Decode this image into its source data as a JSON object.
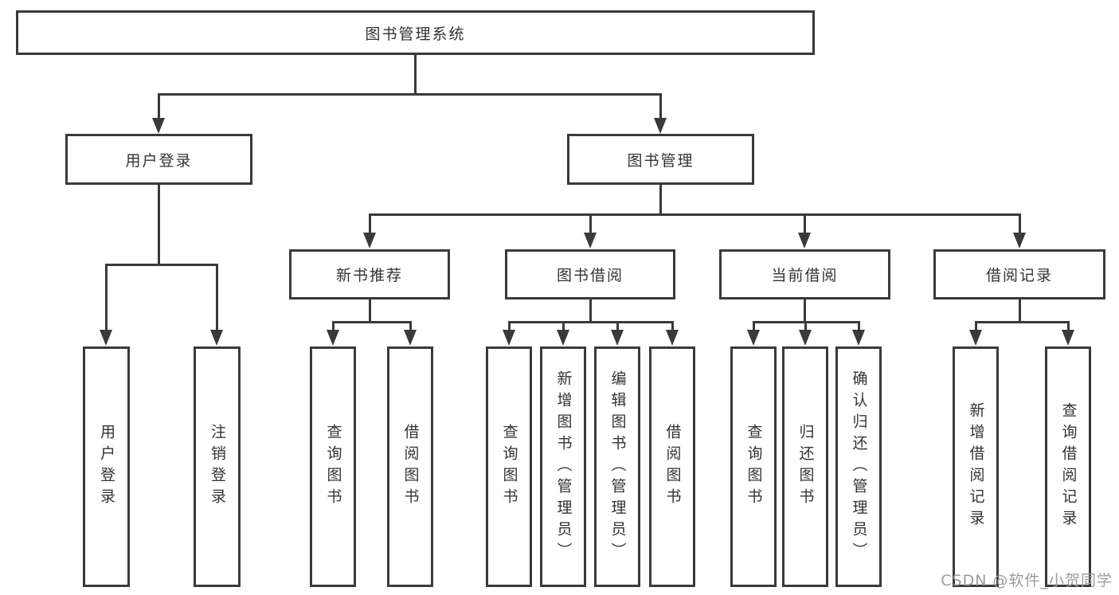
{
  "diagram": {
    "root": {
      "label": "图书管理系统"
    },
    "branches": [
      {
        "label": "用户登录",
        "leaves": [
          {
            "label": "用户登录"
          },
          {
            "label": "注销登录"
          }
        ]
      },
      {
        "label": "图书管理",
        "groups": [
          {
            "label": "新书推荐",
            "leaves": [
              {
                "label": "查询图书"
              },
              {
                "label": "借阅图书"
              }
            ]
          },
          {
            "label": "图书借阅",
            "leaves": [
              {
                "label": "查询图书"
              },
              {
                "label": "新增图书（管理员）"
              },
              {
                "label": "编辑图书（管理员）"
              },
              {
                "label": "借阅图书"
              }
            ]
          },
          {
            "label": "当前借阅",
            "leaves": [
              {
                "label": "查询图书"
              },
              {
                "label": "归还图书"
              },
              {
                "label": "确认归还（管理员）"
              }
            ]
          },
          {
            "label": "借阅记录",
            "leaves": [
              {
                "label": "新增借阅记录"
              },
              {
                "label": "查询借阅记录"
              }
            ]
          }
        ]
      }
    ]
  },
  "watermark": {
    "label": "CSDN @软件_小贺同学"
  },
  "colors": {
    "line": "#3a3a3a",
    "text": "#333333",
    "watermark": "#9b9b9b",
    "background": "#ffffff"
  }
}
